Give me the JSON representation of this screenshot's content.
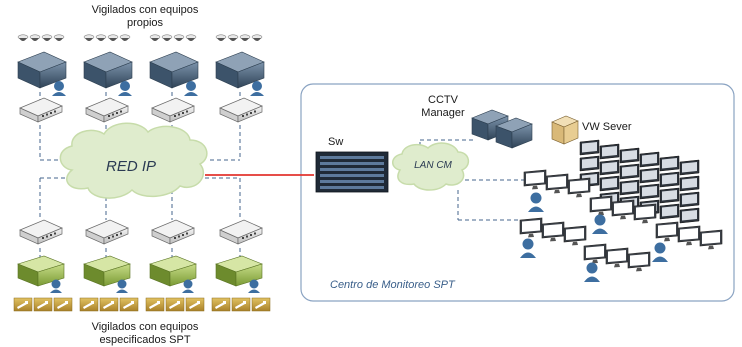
{
  "labels": {
    "top_title_line1": "Vigilados con equipos",
    "top_title_line2": "propios",
    "bottom_title_line1": "Vigilados con equipos",
    "bottom_title_line2": "especificados SPT",
    "red_ip": "RED IP",
    "sw": "Sw",
    "cctv_line1": "CCTV",
    "cctv_line2": "Manager",
    "lan_cm": "LAN CM",
    "vw_server": "VW Sever",
    "centro": "Centro de Monitoreo SPT"
  },
  "colors": {
    "cloud_fill": "#dfeccd",
    "cloud_stroke": "#c7dcaa",
    "panel_stroke": "#8aa3c2",
    "dashed_line": "#46648c",
    "red_link": "#e3342f",
    "server_top_dark": "#415a72",
    "server_green": "#97b64a",
    "camera_yellow": "#c8a23a",
    "user_blue": "#3d6ea0",
    "monitor_dark": "#3a3f46"
  },
  "icons": [
    "dome-camera-icon",
    "server-icon",
    "switch-icon",
    "camera-icon",
    "user-icon",
    "monitor-icon",
    "video-wall-icon"
  ]
}
